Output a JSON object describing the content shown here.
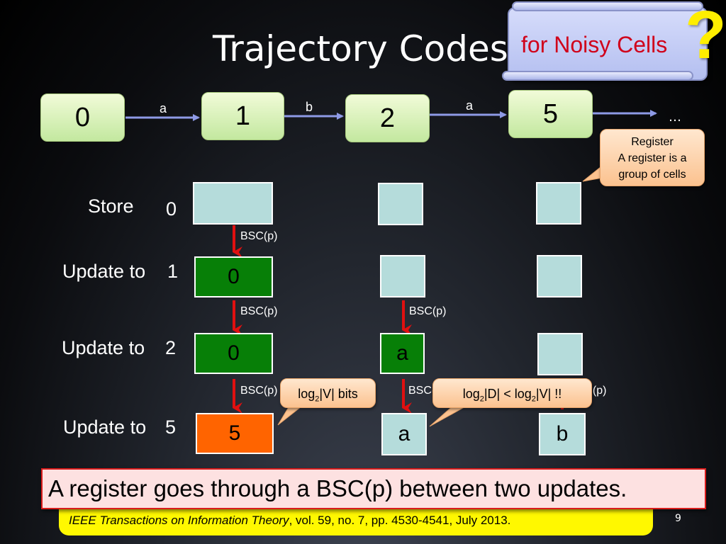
{
  "slide": {
    "title": "Trajectory Codes",
    "banner_note": "for Noisy Cells",
    "question_mark": "?",
    "page_number": "9"
  },
  "trajectory": {
    "states": [
      "0",
      "1",
      "2",
      "5"
    ],
    "edges": [
      "a",
      "b",
      "a"
    ],
    "ellipsis": "…"
  },
  "register_callout": {
    "line1": "Register",
    "line2": "A register is a",
    "line3": "group of cells"
  },
  "rows": [
    {
      "label": "Store",
      "value": "0"
    },
    {
      "label": "Update to",
      "value": "1"
    },
    {
      "label": "Update to",
      "value": "2"
    },
    {
      "label": "Update to",
      "value": "5"
    }
  ],
  "cells": {
    "col1": [
      "",
      "0",
      "0",
      "5"
    ],
    "col2": [
      "",
      "",
      "a",
      "a"
    ],
    "col3": [
      "",
      "",
      "",
      "b"
    ]
  },
  "bsc_label": "BSC(p)",
  "callouts": {
    "v_bits": {
      "pre": "log",
      "sub": "2",
      "post": "|V| bits"
    },
    "d_less_v": {
      "pre1": "log",
      "sub1": "2",
      "mid": "|D| < log",
      "sub2": "2",
      "post": "|V| !!"
    }
  },
  "bottom_banner": "A register goes through a BSC(p) between two updates.",
  "citation": {
    "journal": "IEEE Transactions on Information Theory",
    "details": ", vol. 59, no. 7, pp. 4530-4541, July 2013."
  },
  "colors": {
    "green_cell": "#077f07",
    "orange_cell": "#ff6400",
    "empty_cell": "#b5dcdb",
    "red_arrow": "#e01010",
    "blue_arrow": "#8e9ae6"
  }
}
